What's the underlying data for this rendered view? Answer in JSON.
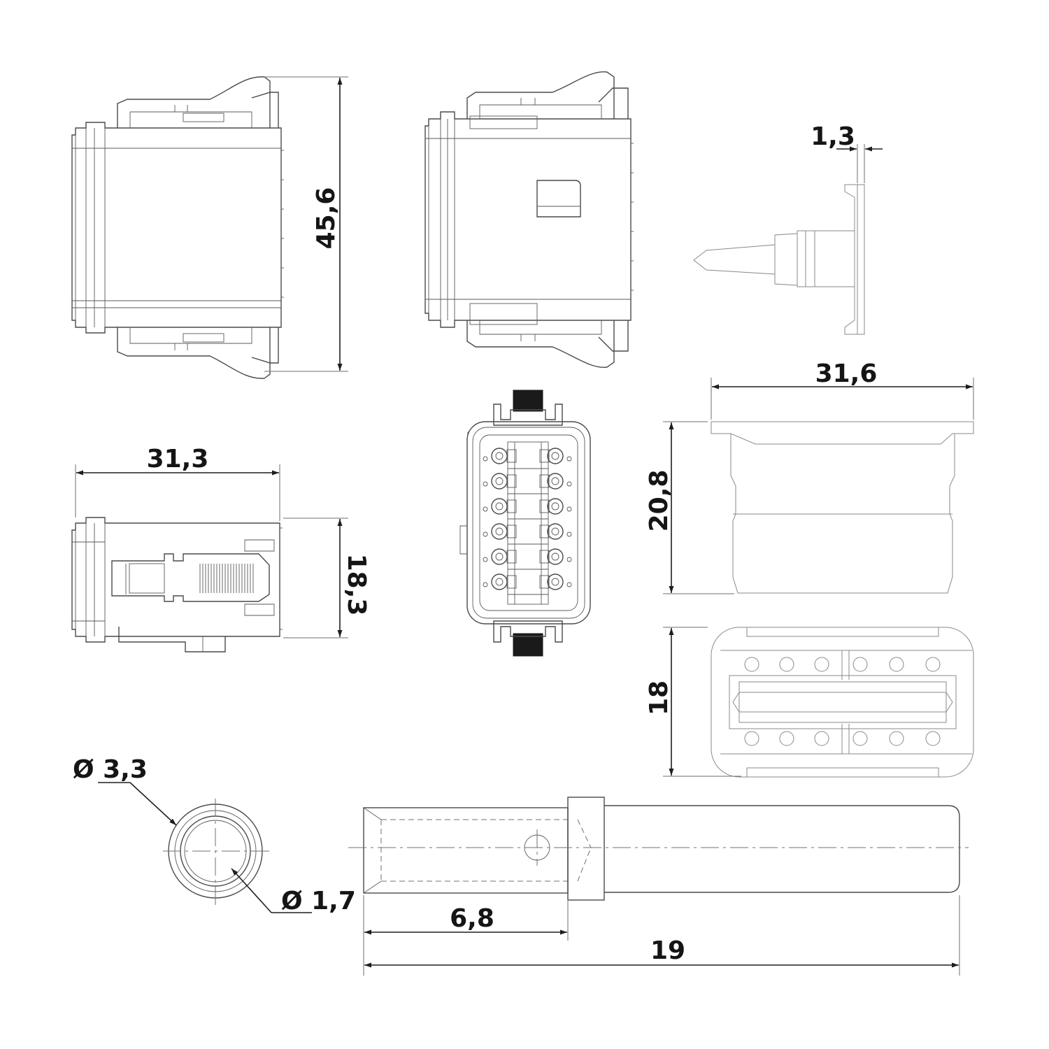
{
  "dimensions": {
    "height_top_view": "45,6",
    "width_side_view": "31,3",
    "height_side_view": "18,3",
    "seal_thickness": "1,3",
    "seal_width": "31,6",
    "seal_height": "20,8",
    "seal_face_height": "18",
    "contact_outer_diameter": "Ø 3,3",
    "contact_inner_diameter": "Ø 1,7",
    "contact_crimp_length": "6,8",
    "contact_total_length": "19"
  }
}
